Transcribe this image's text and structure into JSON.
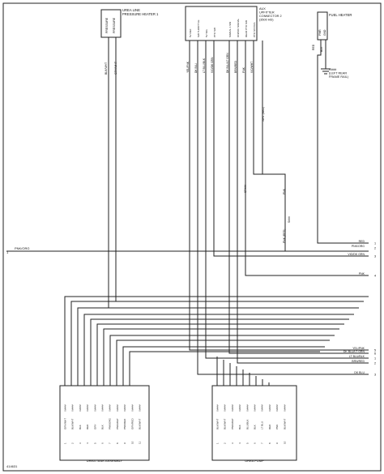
{
  "components": {
    "pressure_heater": {
      "title": "UREA LINE\nPRESSURE HEATER 1",
      "pins": [
        "PRESSURE",
        "PRESSURE"
      ]
    },
    "aux_upfitter": {
      "title": "AUX\nUPFITTER\nCONNECTOR 2\n(3500 HD)",
      "pins": [
        "5V REF",
        "SW THROTTLE",
        "5V SIG",
        "PTO SW",
        "SIGNAL 1 SW",
        "ON/OFF SIGNAL",
        "REAR PTO SW",
        "PTO STATUS"
      ]
    },
    "fuel_heater": {
      "title": "FUEL HEATER",
      "pins": [
        "PWR",
        "GND"
      ]
    },
    "ground": {
      "label": "G###\n(LEFT REAR\nFRAME RAIL)"
    },
    "urea_tank": {
      "title": "UREA TANK ASSEMBLY"
    },
    "urea_pump": {
      "title": "UREA PUMP"
    }
  },
  "splices": [
    "SP###",
    "S###"
  ],
  "wires": {
    "heater_left": "BLK/WHT",
    "heater_right": "GRY/WHT",
    "aux": [
      "YEL/PNK",
      "DK BLU",
      "LT BLU/BLK",
      "VIO/DK GRN",
      "DK BLU/LT GRN",
      "BRN/RED",
      "PNK",
      "VIO/WHT"
    ],
    "fuel_red": "RED",
    "fuel_blk": "BLK",
    "white_red": "WHT (RED)",
    "pnk_red": "PNK (RED)",
    "pnk": "PNK"
  },
  "left_connector": {
    "num": "1",
    "label": "PNK/ORG"
  },
  "right_lower": [
    {
      "label": "YEL/PNK",
      "num": "5"
    },
    {
      "label": "DK BLU/LT GRN",
      "num": "6"
    },
    {
      "label": "LT BLU/BLK",
      "num": "1"
    },
    {
      "label": "BRN/RED",
      "num": "2"
    },
    {
      "label": "DK BLU",
      "num": "3"
    }
  ],
  "right_upper": [
    {
      "label": "RED",
      "num": "1"
    },
    {
      "label": "PNK/ORG",
      "num": "2"
    },
    {
      "label": "VIO/DK GRN",
      "num": "3"
    },
    {
      "label": "PNK",
      "num": "4"
    }
  ],
  "tank_pins": [
    {
      "pin": "1",
      "color": "GRY/WHT",
      "circuit": "X####"
    },
    {
      "pin": "2",
      "color": "BLK/WHT",
      "circuit": "X####"
    },
    {
      "pin": "3",
      "color": "BLK",
      "circuit": "X####"
    },
    {
      "pin": "4",
      "color": "RED",
      "circuit": "X####"
    },
    {
      "pin": "5",
      "color": "GRY",
      "circuit": "X####"
    },
    {
      "pin": "6",
      "color": "BLK",
      "circuit": "X####"
    },
    {
      "pin": "7",
      "color": "PNK/ORG",
      "circuit": "X####"
    },
    {
      "pin": "8",
      "color": "PNK/WHT",
      "circuit": "X####"
    },
    {
      "pin": "9",
      "color": "PNK/RED",
      "circuit": "X####"
    },
    {
      "pin": "10",
      "color": "GRY/RED",
      "circuit": "X####"
    },
    {
      "pin": "11",
      "color": "BLK/WHT",
      "circuit": "X####"
    }
  ],
  "pump_pins": [
    {
      "pin": "1",
      "color": "BLK/WHT",
      "circuit": "X####"
    },
    {
      "pin": "2",
      "color": "BLK/WHT",
      "circuit": "X####"
    },
    {
      "pin": "3",
      "color": "PNK/WHT",
      "circuit": "X####"
    },
    {
      "pin": "4",
      "color": "BLK",
      "circuit": "X####"
    },
    {
      "pin": "5",
      "color": "BLU/BLK",
      "circuit": "X####"
    },
    {
      "pin": "6",
      "color": "BLK",
      "circuit": "X####"
    },
    {
      "pin": "7",
      "color": "LT BLU",
      "circuit": "X####"
    },
    {
      "pin": "8",
      "color": "RED",
      "circuit": "X####"
    },
    {
      "pin": "9",
      "color": "PNK",
      "circuit": "X####"
    },
    {
      "pin": "10",
      "color": "BLK/WHT",
      "circuit": "X####"
    }
  ],
  "figure_id": "414631"
}
